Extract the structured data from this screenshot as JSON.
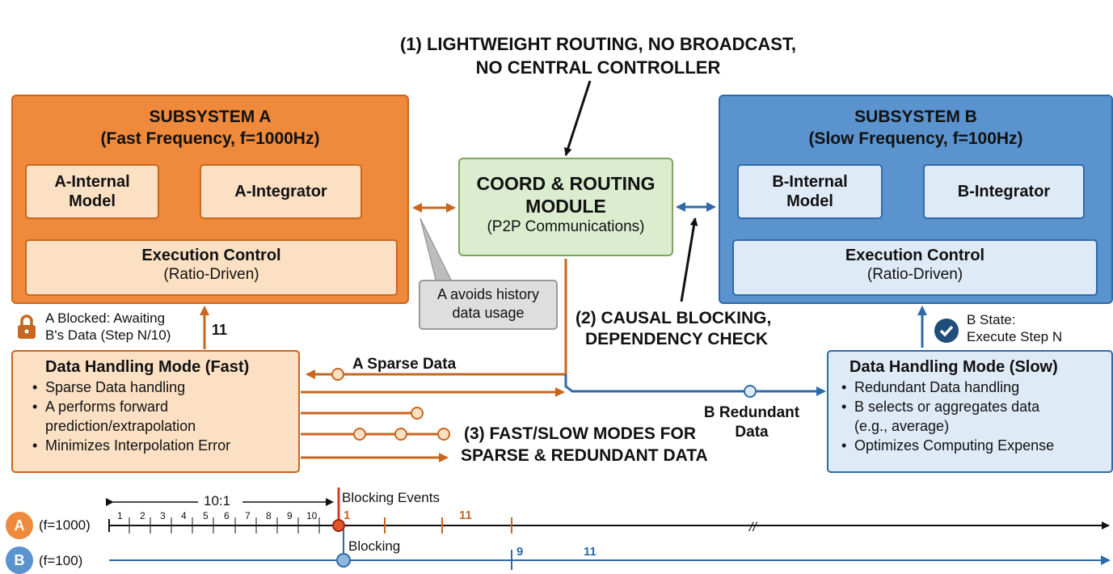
{
  "colors": {
    "orange": "#ef8a3c",
    "orange_light": "#fbe0c4",
    "orange_dark": "#c9661e",
    "blue": "#5b93cf",
    "blue_light": "#dfeaf7",
    "blue_dark": "#2f6aa8",
    "green_light": "#dcedcf",
    "red": "#d83a2a"
  },
  "header": {
    "line1": "(1) LIGHTWEIGHT ROUTING, NO BROADCAST,",
    "line2": "NO CENTRAL CONTROLLER"
  },
  "subsystem_a": {
    "title": "SUBSYSTEM A",
    "subtitle": "(Fast Frequency, f=1000Hz)",
    "internal_model": [
      "A-Internal",
      "Model"
    ],
    "integrator": "A-Integrator",
    "exec_title": "Execution Control",
    "exec_sub": "(Ratio-Driven)"
  },
  "subsystem_b": {
    "title": "SUBSYSTEM B",
    "subtitle": "(Slow Frequency, f=100Hz)",
    "internal_model": [
      "B-Internal",
      "Model"
    ],
    "integrator": "B-Integrator",
    "exec_title": "Execution Control",
    "exec_sub": "(Ratio-Driven)"
  },
  "coord": {
    "title1": "COORD & ROUTING",
    "title2": "MODULE",
    "sub": "(P2P Communications)"
  },
  "note": {
    "line1": "A avoids history",
    "line2": "data usage"
  },
  "causal": {
    "line1": "(2) CAUSAL BLOCKING,",
    "line2": "DEPENDENCY CHECK"
  },
  "a_blocked": {
    "line1": "A Blocked: Awaiting",
    "line2": "B's Data  (Step N/10)",
    "step": "11",
    "icon": "lock-icon"
  },
  "b_state": {
    "line1": "B State:",
    "line2": "Execute Step N",
    "icon": "check-circle-icon"
  },
  "fast_mode": {
    "title": "Data Handling Mode (Fast)",
    "bullets": [
      "Sparse Data handling",
      "A performs forward",
      "prediction/extrapolation",
      "Minimizes Interpolation Error"
    ]
  },
  "slow_mode": {
    "title": "Data Handling Mode (Slow)",
    "bullets": [
      "Redundant Data handling",
      "B selects or aggregates data",
      "(e.g., average)",
      "Optimizes Computing Expense"
    ]
  },
  "labels": {
    "sparse": "A Sparse Data",
    "redundant1": "B Redundant",
    "redundant2": "Data",
    "modes1": "(3) FAST/SLOW MODES FOR",
    "modes2": "SPARSE & REDUNDANT DATA"
  },
  "timeline": {
    "ratio": "10:1",
    "blocking_events": "Blocking Events",
    "blocking": "Blocking",
    "a_badge": "A",
    "a_freq": "(f=1000)",
    "b_badge": "B",
    "b_freq": "(f=100)",
    "a_steps": [
      "1",
      "2",
      "3",
      "4",
      "5",
      "6",
      "7",
      "8",
      "9",
      "10"
    ],
    "a_after": "1",
    "a_eleven": "11",
    "b_nine": "9",
    "b_eleven": "11",
    "break_mark": "//"
  }
}
